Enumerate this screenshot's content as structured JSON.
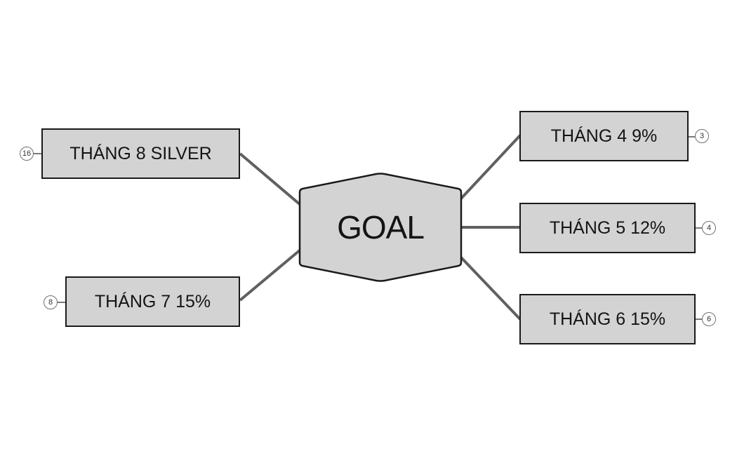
{
  "central_topic": {
    "label": "GOAL"
  },
  "branches": {
    "left_top": {
      "label": "THÁNG 8 SILVER",
      "count": "16"
    },
    "left_bottom": {
      "label": "THÁNG 7 15%",
      "count": "8"
    },
    "right_top": {
      "label": "THÁNG 4 9%",
      "count": "3"
    },
    "right_middle": {
      "label": "THÁNG 5 12%",
      "count": "4"
    },
    "right_bottom": {
      "label": "THÁNG 6 15%",
      "count": "6"
    }
  },
  "colors": {
    "node_fill": "#d3d3d3",
    "node_border": "#1a1a1a",
    "connector": "#606060",
    "background": "#ffffff"
  }
}
